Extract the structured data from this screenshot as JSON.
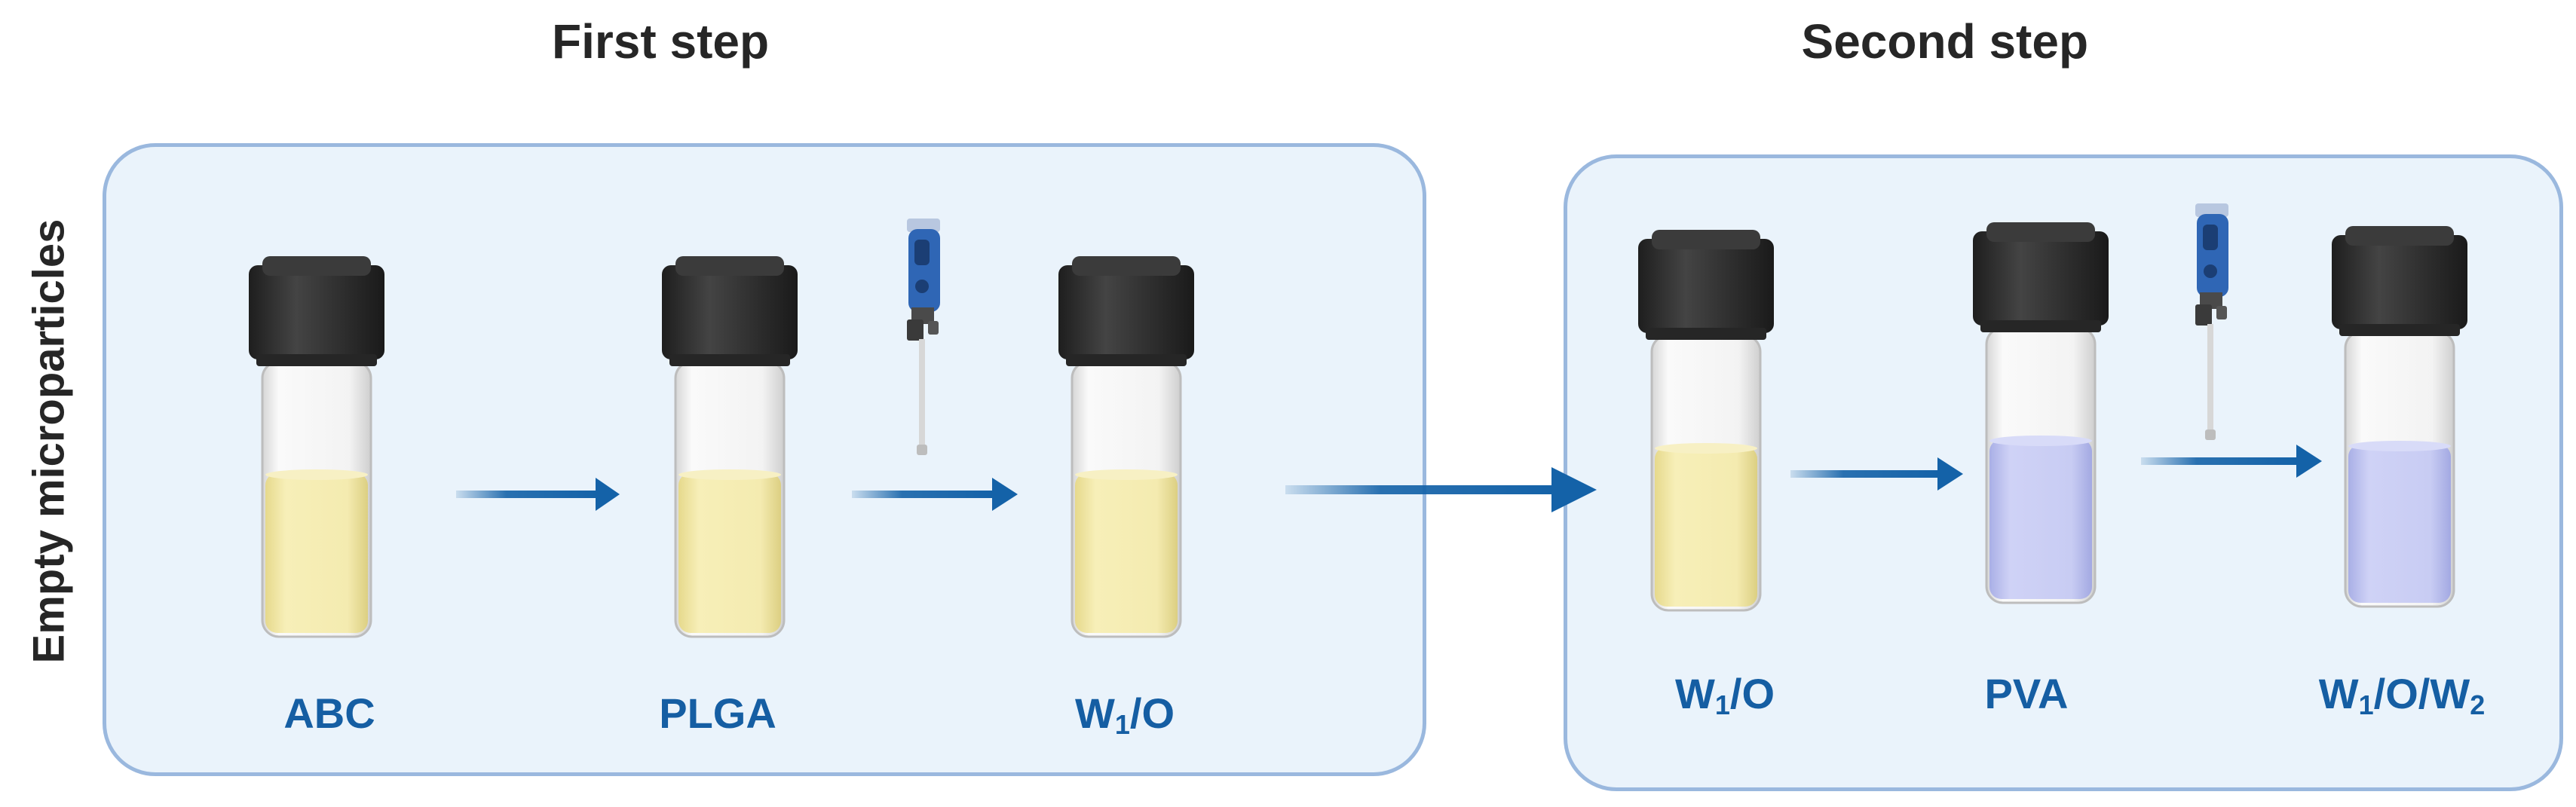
{
  "step_titles": {
    "first": "First step",
    "second": "Second step"
  },
  "side_label": "Empty microparticles",
  "first_step": {
    "vials": [
      {
        "label": "ABC",
        "liquid": "yellow"
      },
      {
        "label": "PLGA",
        "liquid": "yellow"
      },
      {
        "label_parts": [
          "W",
          "1",
          "/O"
        ],
        "liquid": "yellow"
      }
    ],
    "homogenizer_between": "PLGA → W1/O"
  },
  "second_step": {
    "vials": [
      {
        "label_parts": [
          "W",
          "1",
          "/O"
        ],
        "liquid": "yellow"
      },
      {
        "label": "PVA",
        "liquid": "blue"
      },
      {
        "label_parts": [
          "W",
          "1",
          "/O/W",
          "2"
        ],
        "liquid": "blue"
      }
    ],
    "homogenizer_between": "PVA → W1/O/W2"
  },
  "colors": {
    "panel_fill": "#eaf3fb",
    "panel_border": "#9ab8de",
    "arrow": "#1462a8",
    "label": "#155ea3",
    "yellow_liquid": "#f4ecb0",
    "blue_liquid": "#c9cdf4",
    "cap": "#2f2f2f",
    "homogenizer": "#2f66b5"
  }
}
